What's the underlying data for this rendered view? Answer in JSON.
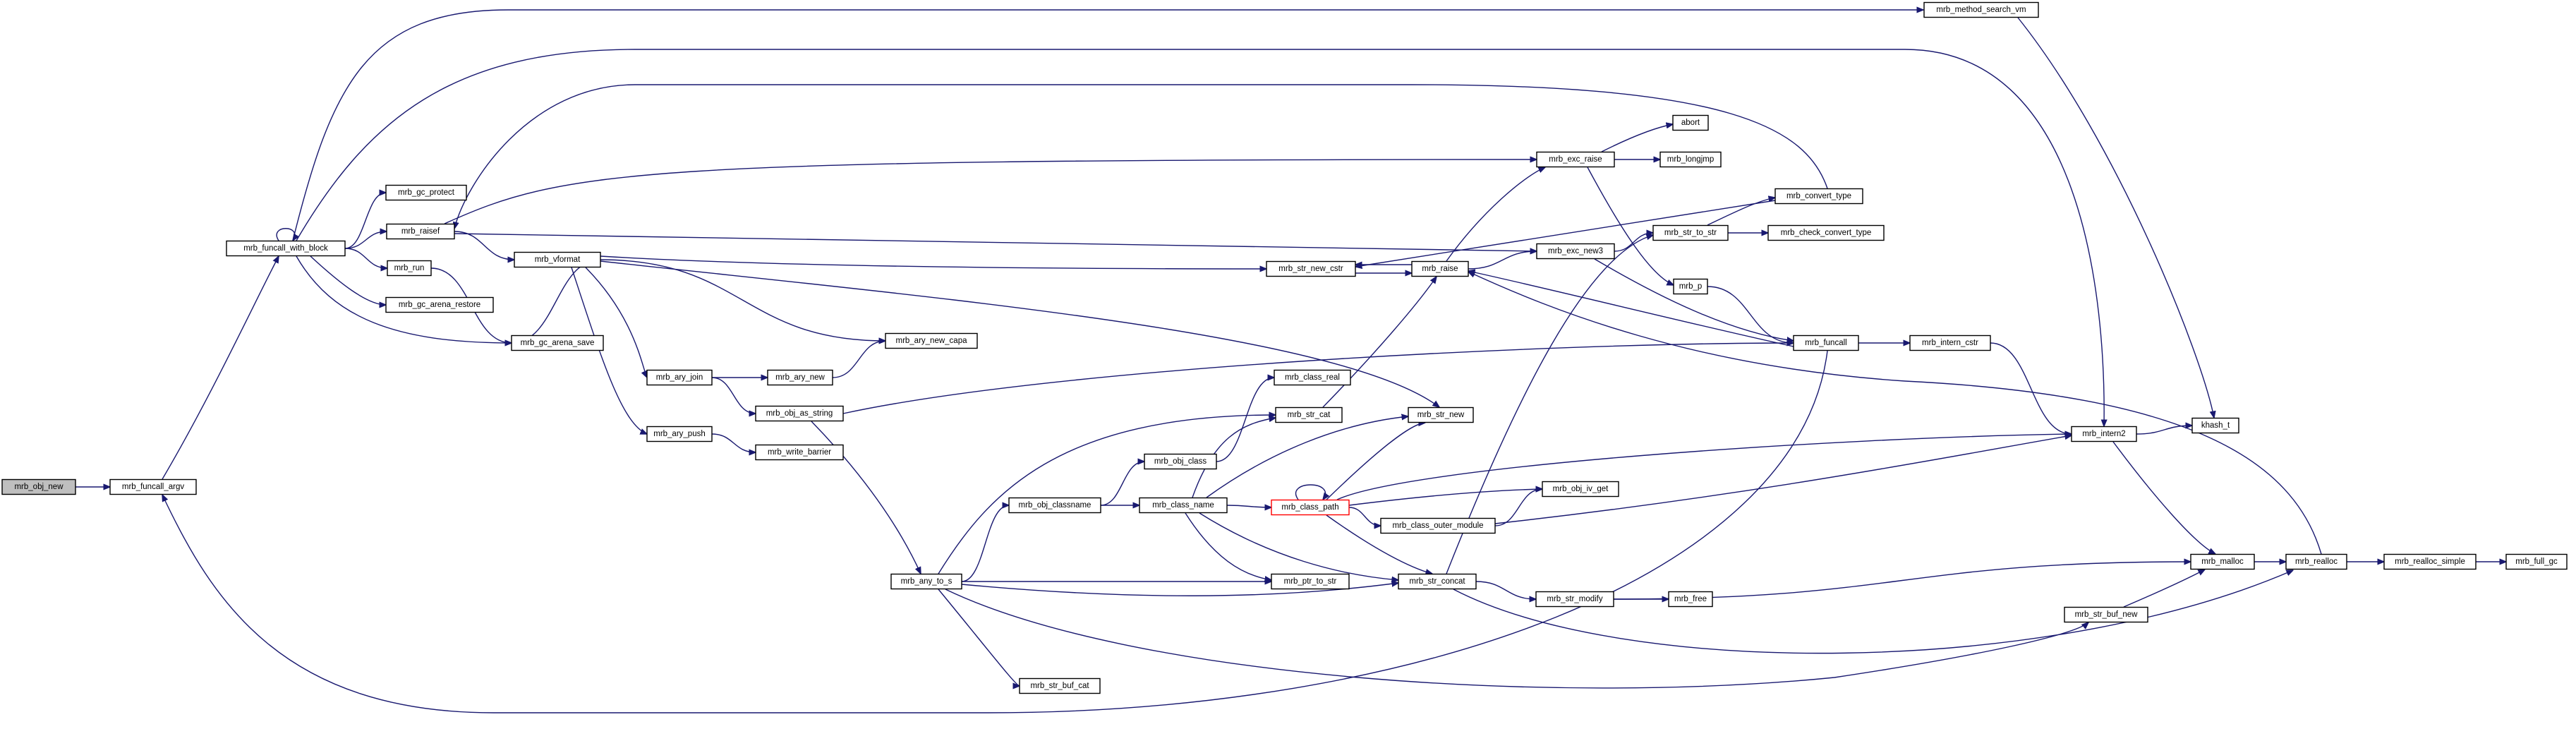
{
  "colors": {
    "edge": "#191970",
    "root_fill": "#bfbfbf",
    "node_fill": "#ffffff",
    "node_stroke": "#000000",
    "truncated_stroke": "#ff0000"
  },
  "nodes": [
    {
      "id": "mrb_obj_new",
      "label": "mrb_obj_new",
      "root": true
    },
    {
      "id": "mrb_funcall_argv",
      "label": "mrb_funcall_argv"
    },
    {
      "id": "mrb_funcall_with_block",
      "label": "mrb_funcall_with_block"
    },
    {
      "id": "mrb_gc_protect",
      "label": "mrb_gc_protect"
    },
    {
      "id": "mrb_raisef",
      "label": "mrb_raisef"
    },
    {
      "id": "mrb_run",
      "label": "mrb_run"
    },
    {
      "id": "mrb_vformat",
      "label": "mrb_vformat"
    },
    {
      "id": "mrb_gc_arena_restore",
      "label": "mrb_gc_arena_restore"
    },
    {
      "id": "mrb_gc_arena_save",
      "label": "mrb_gc_arena_save"
    },
    {
      "id": "mrb_ary_join",
      "label": "mrb_ary_join"
    },
    {
      "id": "mrb_ary_new",
      "label": "mrb_ary_new"
    },
    {
      "id": "mrb_ary_new_capa",
      "label": "mrb_ary_new_capa"
    },
    {
      "id": "mrb_obj_as_string",
      "label": "mrb_obj_as_string"
    },
    {
      "id": "mrb_ary_push",
      "label": "mrb_ary_push"
    },
    {
      "id": "mrb_write_barrier",
      "label": "mrb_write_barrier"
    },
    {
      "id": "mrb_any_to_s",
      "label": "mrb_any_to_s"
    },
    {
      "id": "mrb_obj_classname",
      "label": "mrb_obj_classname"
    },
    {
      "id": "mrb_obj_class",
      "label": "mrb_obj_class"
    },
    {
      "id": "mrb_class_real",
      "label": "mrb_class_real"
    },
    {
      "id": "mrb_class_name",
      "label": "mrb_class_name"
    },
    {
      "id": "mrb_str_buf_cat",
      "label": "mrb_str_buf_cat"
    },
    {
      "id": "mrb_ptr_to_str",
      "label": "mrb_ptr_to_str"
    },
    {
      "id": "mrb_str_cat",
      "label": "mrb_str_cat"
    },
    {
      "id": "mrb_str_new_cstr",
      "label": "mrb_str_new_cstr"
    },
    {
      "id": "mrb_raise",
      "label": "mrb_raise"
    },
    {
      "id": "mrb_str_new",
      "label": "mrb_str_new"
    },
    {
      "id": "mrb_class_path",
      "label": "mrb_class_path",
      "truncated": true
    },
    {
      "id": "mrb_class_outer_module",
      "label": "mrb_class_outer_module"
    },
    {
      "id": "mrb_obj_iv_get",
      "label": "mrb_obj_iv_get"
    },
    {
      "id": "mrb_str_concat",
      "label": "mrb_str_concat"
    },
    {
      "id": "mrb_exc_raise",
      "label": "mrb_exc_raise"
    },
    {
      "id": "abort",
      "label": "abort"
    },
    {
      "id": "mrb_longjmp",
      "label": "mrb_longjmp"
    },
    {
      "id": "mrb_exc_new3",
      "label": "mrb_exc_new3"
    },
    {
      "id": "mrb_p",
      "label": "mrb_p"
    },
    {
      "id": "mrb_str_to_str",
      "label": "mrb_str_to_str"
    },
    {
      "id": "mrb_convert_type",
      "label": "mrb_convert_type"
    },
    {
      "id": "mrb_check_convert_type",
      "label": "mrb_check_convert_type"
    },
    {
      "id": "mrb_str_modify",
      "label": "mrb_str_modify"
    },
    {
      "id": "mrb_free",
      "label": "mrb_free"
    },
    {
      "id": "mrb_funcall",
      "label": "mrb_funcall"
    },
    {
      "id": "mrb_intern_cstr",
      "label": "mrb_intern_cstr"
    },
    {
      "id": "mrb_intern2",
      "label": "mrb_intern2"
    },
    {
      "id": "khash_t",
      "label": "khash_t"
    },
    {
      "id": "mrb_method_search_vm",
      "label": "mrb_method_search_vm"
    },
    {
      "id": "mrb_str_buf_new",
      "label": "mrb_str_buf_new"
    },
    {
      "id": "mrb_malloc",
      "label": "mrb_malloc"
    },
    {
      "id": "mrb_realloc",
      "label": "mrb_realloc"
    },
    {
      "id": "mrb_realloc_simple",
      "label": "mrb_realloc_simple"
    },
    {
      "id": "mrb_full_gc",
      "label": "mrb_full_gc"
    }
  ],
  "edges": [
    [
      "mrb_obj_new",
      "mrb_funcall_argv"
    ],
    [
      "mrb_funcall_argv",
      "mrb_funcall_with_block"
    ],
    [
      "mrb_funcall_with_block",
      "mrb_funcall_with_block"
    ],
    [
      "mrb_funcall_with_block",
      "mrb_method_search_vm"
    ],
    [
      "mrb_funcall_with_block",
      "mrb_intern2"
    ],
    [
      "mrb_funcall_with_block",
      "mrb_gc_protect"
    ],
    [
      "mrb_funcall_with_block",
      "mrb_raisef"
    ],
    [
      "mrb_funcall_with_block",
      "mrb_run"
    ],
    [
      "mrb_funcall_with_block",
      "mrb_gc_arena_restore"
    ],
    [
      "mrb_funcall_with_block",
      "mrb_gc_arena_save"
    ],
    [
      "mrb_raisef",
      "mrb_vformat"
    ],
    [
      "mrb_raisef",
      "mrb_exc_new3"
    ],
    [
      "mrb_raisef",
      "mrb_exc_raise"
    ],
    [
      "mrb_run",
      "mrb_gc_arena_save"
    ],
    [
      "mrb_vformat",
      "mrb_gc_arena_save"
    ],
    [
      "mrb_vformat",
      "mrb_str_new_cstr"
    ],
    [
      "mrb_vformat",
      "mrb_str_new"
    ],
    [
      "mrb_vformat",
      "mrb_ary_new_capa"
    ],
    [
      "mrb_vformat",
      "mrb_ary_join"
    ],
    [
      "mrb_vformat",
      "mrb_ary_push"
    ],
    [
      "mrb_ary_join",
      "mrb_ary_new"
    ],
    [
      "mrb_ary_join",
      "mrb_obj_as_string"
    ],
    [
      "mrb_ary_new",
      "mrb_ary_new_capa"
    ],
    [
      "mrb_obj_as_string",
      "mrb_funcall"
    ],
    [
      "mrb_obj_as_string",
      "mrb_any_to_s"
    ],
    [
      "mrb_ary_push",
      "mrb_write_barrier"
    ],
    [
      "mrb_any_to_s",
      "mrb_str_cat"
    ],
    [
      "mrb_any_to_s",
      "mrb_obj_classname"
    ],
    [
      "mrb_any_to_s",
      "mrb_ptr_to_str"
    ],
    [
      "mrb_any_to_s",
      "mrb_str_concat"
    ],
    [
      "mrb_any_to_s",
      "mrb_str_buf_cat"
    ],
    [
      "mrb_any_to_s",
      "mrb_str_buf_new"
    ],
    [
      "mrb_obj_classname",
      "mrb_obj_class"
    ],
    [
      "mrb_obj_classname",
      "mrb_class_name"
    ],
    [
      "mrb_obj_class",
      "mrb_class_real"
    ],
    [
      "mrb_class_name",
      "mrb_str_cat"
    ],
    [
      "mrb_class_name",
      "mrb_str_new"
    ],
    [
      "mrb_class_name",
      "mrb_class_path"
    ],
    [
      "mrb_class_name",
      "mrb_ptr_to_str"
    ],
    [
      "mrb_class_name",
      "mrb_str_concat"
    ],
    [
      "mrb_class_path",
      "mrb_class_path"
    ],
    [
      "mrb_class_path",
      "mrb_str_new"
    ],
    [
      "mrb_class_path",
      "mrb_intern2"
    ],
    [
      "mrb_class_path",
      "mrb_obj_iv_get"
    ],
    [
      "mrb_class_path",
      "mrb_class_outer_module"
    ],
    [
      "mrb_class_path",
      "mrb_str_concat"
    ],
    [
      "mrb_class_outer_module",
      "mrb_obj_iv_get"
    ],
    [
      "mrb_class_outer_module",
      "mrb_intern2"
    ],
    [
      "mrb_str_cat",
      "mrb_raise"
    ],
    [
      "mrb_str_new_cstr",
      "mrb_raise"
    ],
    [
      "mrb_raise",
      "mrb_str_new_cstr"
    ],
    [
      "mrb_raise",
      "mrb_exc_new3"
    ],
    [
      "mrb_raise",
      "mrb_exc_raise"
    ],
    [
      "mrb_exc_raise",
      "abort"
    ],
    [
      "mrb_exc_raise",
      "mrb_longjmp"
    ],
    [
      "mrb_exc_raise",
      "mrb_p"
    ],
    [
      "mrb_exc_new3",
      "mrb_str_to_str"
    ],
    [
      "mrb_exc_new3",
      "mrb_funcall"
    ],
    [
      "mrb_str_to_str",
      "mrb_convert_type"
    ],
    [
      "mrb_str_to_str",
      "mrb_check_convert_type"
    ],
    [
      "mrb_convert_type",
      "mrb_raisef"
    ],
    [
      "mrb_convert_type",
      "mrb_str_new_cstr"
    ],
    [
      "mrb_p",
      "mrb_funcall"
    ],
    [
      "mrb_funcall",
      "mrb_raise"
    ],
    [
      "mrb_funcall",
      "mrb_intern_cstr"
    ],
    [
      "mrb_funcall",
      "mrb_funcall_argv"
    ],
    [
      "mrb_intern_cstr",
      "mrb_intern2"
    ],
    [
      "mrb_intern2",
      "khash_t"
    ],
    [
      "mrb_intern2",
      "mrb_malloc"
    ],
    [
      "mrb_method_search_vm",
      "khash_t"
    ],
    [
      "mrb_str_concat",
      "mrb_str_to_str"
    ],
    [
      "mrb_str_concat",
      "mrb_str_modify"
    ],
    [
      "mrb_str_concat",
      "mrb_realloc"
    ],
    [
      "mrb_str_modify",
      "mrb_free"
    ],
    [
      "mrb_str_modify",
      "mrb_malloc"
    ],
    [
      "mrb_str_buf_new",
      "mrb_malloc"
    ],
    [
      "mrb_malloc",
      "mrb_realloc"
    ],
    [
      "mrb_realloc",
      "mrb_raise"
    ],
    [
      "mrb_realloc",
      "mrb_realloc_simple"
    ],
    [
      "mrb_realloc_simple",
      "mrb_full_gc"
    ]
  ]
}
